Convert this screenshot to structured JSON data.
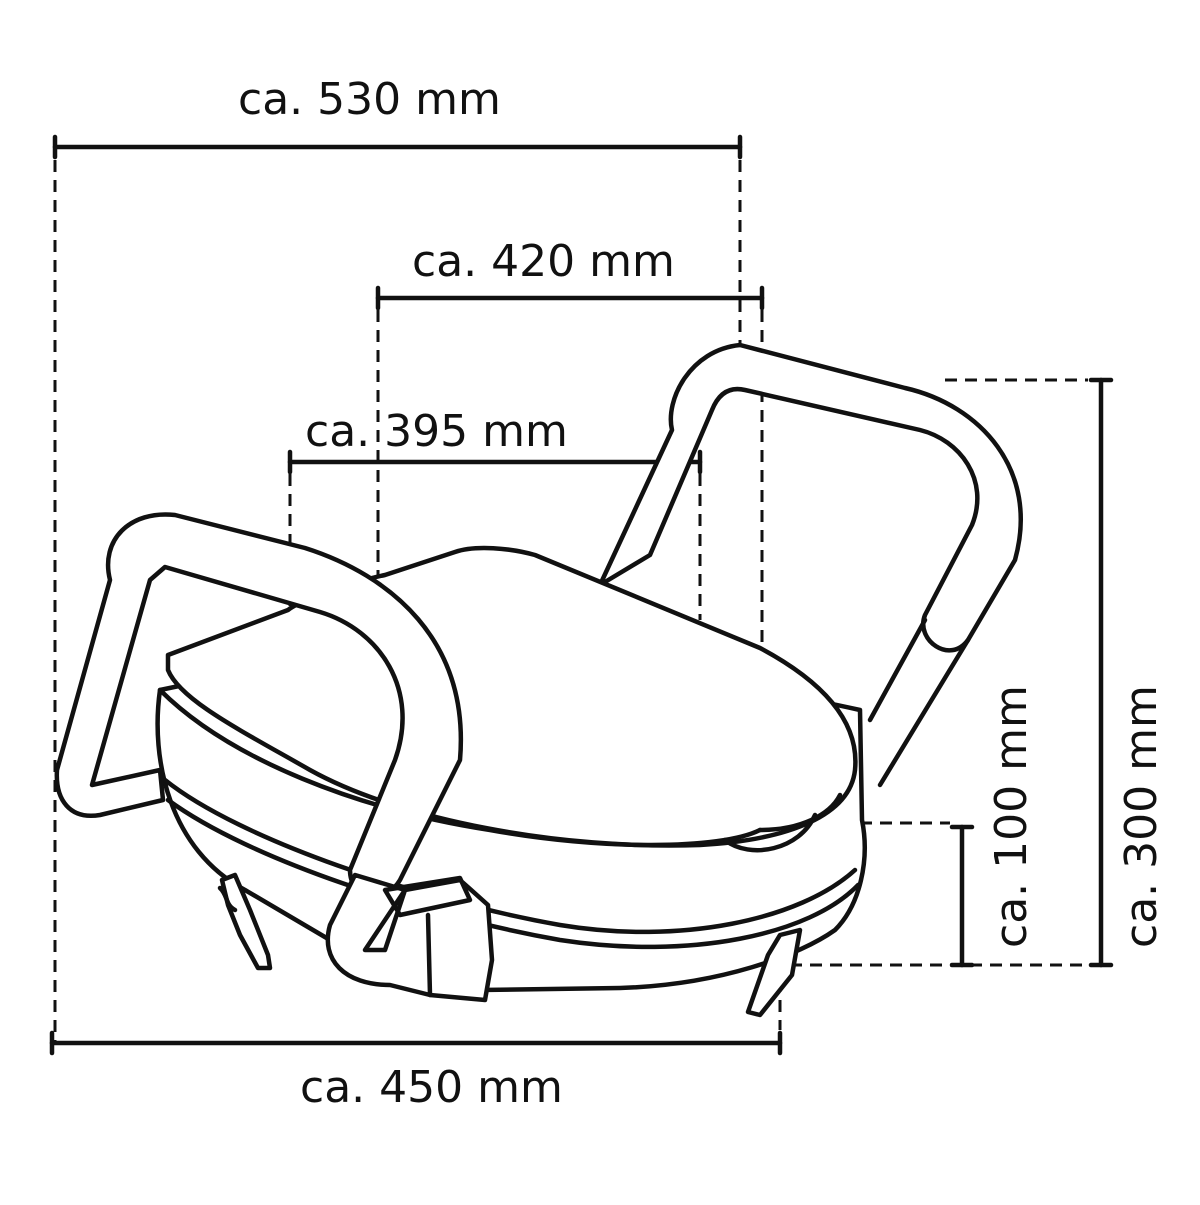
{
  "figure": {
    "subject": "toilet seat raiser with armrests and lid",
    "line_color": "#111111",
    "background": "#ffffff"
  },
  "dimensions": {
    "overall_width": {
      "label": "ca. 530 mm",
      "orientation": "horizontal"
    },
    "armrest_outer_width": {
      "label": "ca. 420 mm",
      "orientation": "horizontal"
    },
    "seat_width": {
      "label": "ca. 395 mm",
      "orientation": "horizontal"
    },
    "seat_height": {
      "label": "ca. 100 mm",
      "orientation": "vertical"
    },
    "overall_height": {
      "label": "ca. 300 mm",
      "orientation": "vertical"
    },
    "base_depth": {
      "label": "ca. 450 mm",
      "orientation": "horizontal"
    }
  }
}
